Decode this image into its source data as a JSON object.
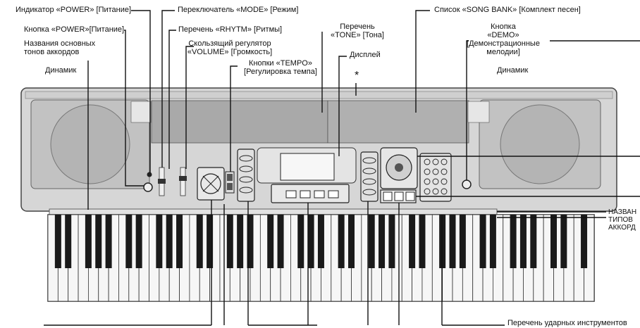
{
  "labels": {
    "power_indicator": "Индикатор «POWER» [Питание]",
    "mode_switch": "Переключатель «MODE» [Режим]",
    "song_bank_list": "Список «SONG BANK» [Комплект песен]",
    "power_button": "Кнопка «POWER»[Питание]",
    "rhythm_list": "Перечень «RHYTM» [Ритмы]",
    "tone_list_line1": "Перечень",
    "tone_list_line2": "«TONE» [Тона]",
    "demo_button_line1": "Кнопка",
    "demo_button_line2": "«DEMO»",
    "demo_button_line3": "[Демонстрационные",
    "demo_button_line4": "мелодии]",
    "chord_root_names_line1": "Названия основных",
    "chord_root_names_line2": "тонов аккордов",
    "volume_slider_line1": "Скользящий регулятор",
    "volume_slider_line2": "«VOLUME» [Громкость]",
    "display": "Дисплей",
    "speaker_left": "Динамик",
    "speaker_right": "Динамик",
    "tempo_buttons_line1": "Кнопки «TEMPO»",
    "tempo_buttons_line2": "[Регулировка темпа]",
    "asterisk": "*",
    "chord_type_names_line1": "НАЗВАН",
    "chord_type_names_line2": "ТИПОВ",
    "chord_type_names_line3": "АККОРД",
    "percussion_list": "Перечень ударных инструментов"
  },
  "colors": {
    "ink": "#111111",
    "panel": "#d9d9d9",
    "panel_dark": "#8a8a8a",
    "speaker": "#bdbdbd",
    "white_key": "#f4f4f4",
    "black_key": "#1a1a1a"
  }
}
